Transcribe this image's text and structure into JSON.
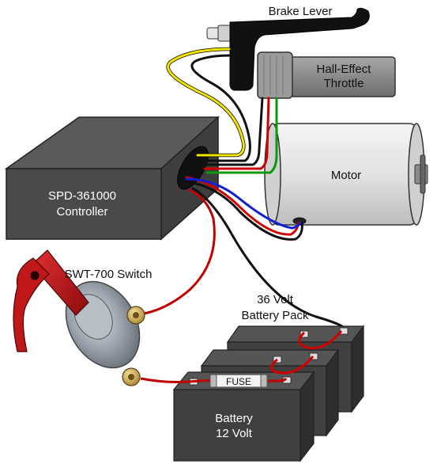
{
  "labels": {
    "brake_lever": "Brake Lever",
    "throttle_line1": "Hall-Effect",
    "throttle_line2": "Throttle",
    "motor": "Motor",
    "controller_line1": "SPD-361000",
    "controller_line2": "Controller",
    "switch": "SWT-700 Switch",
    "battery_pack_line1": "36 Volt",
    "battery_pack_line2": "Battery Pack",
    "fuse": "FUSE",
    "battery_line1": "Battery",
    "battery_line2": "12 Volt"
  },
  "colors": {
    "controller": "#4a4a4a",
    "motor": "#e6e6e6",
    "throttle": "#8c8c8c",
    "battery": "#404040",
    "switch_handle": "#c01818",
    "wire_red": "#d00000",
    "wire_black": "#111111",
    "wire_yellow": "#f2e600",
    "wire_green": "#0a9a0a",
    "wire_blue": "#1020d0"
  }
}
